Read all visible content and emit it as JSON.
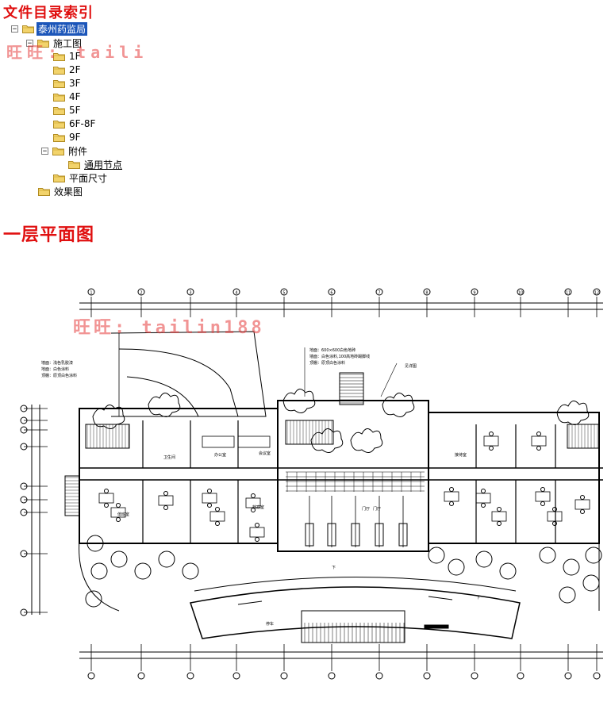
{
  "document": {
    "title": "文件目录索引",
    "section_title": "一层平面图"
  },
  "tree": {
    "root": {
      "label": "泰州药监局",
      "expanded": true,
      "selected": true
    },
    "construction": {
      "label": "施工图",
      "expanded": true
    },
    "floors": [
      "1F",
      "2F",
      "3F",
      "4F",
      "5F",
      "6F-8F",
      "9F"
    ],
    "attachments": {
      "label": "附件",
      "expanded": true
    },
    "common_nodes": {
      "label": "通用节点"
    },
    "plan_dimensions": {
      "label": "平面尺寸"
    },
    "renderings": {
      "label": "效果图"
    }
  },
  "watermarks": [
    "旺旺: taili",
    "旺旺: tailin188"
  ],
  "plan": {
    "axis_top": [
      "1",
      "2",
      "3",
      "4",
      "5",
      "6",
      "7",
      "8",
      "9",
      "10",
      "11",
      "12"
    ],
    "axis_left": [
      "A",
      "B",
      "C",
      "D",
      "E",
      "F",
      "G",
      "H"
    ],
    "room_labels": [
      "卫生间",
      "办公室",
      "会议室",
      "门厅",
      "接待室",
      "档案室",
      "值班室",
      "下",
      "下",
      "停车",
      "门厅"
    ],
    "notes": [
      "墙面：浅色乳胶漆",
      "地面：白色涂料",
      "顶棚：原顶白色涂料",
      "地面：600×600白色地砖",
      "墙面：白色涂料,100高地砖踢脚线",
      "顶棚：原顶白色涂料",
      "见详图"
    ]
  },
  "colors": {
    "title": "#e01010",
    "selection": "#1c56b9",
    "folder": "#f2d36b",
    "line": "#000000"
  }
}
